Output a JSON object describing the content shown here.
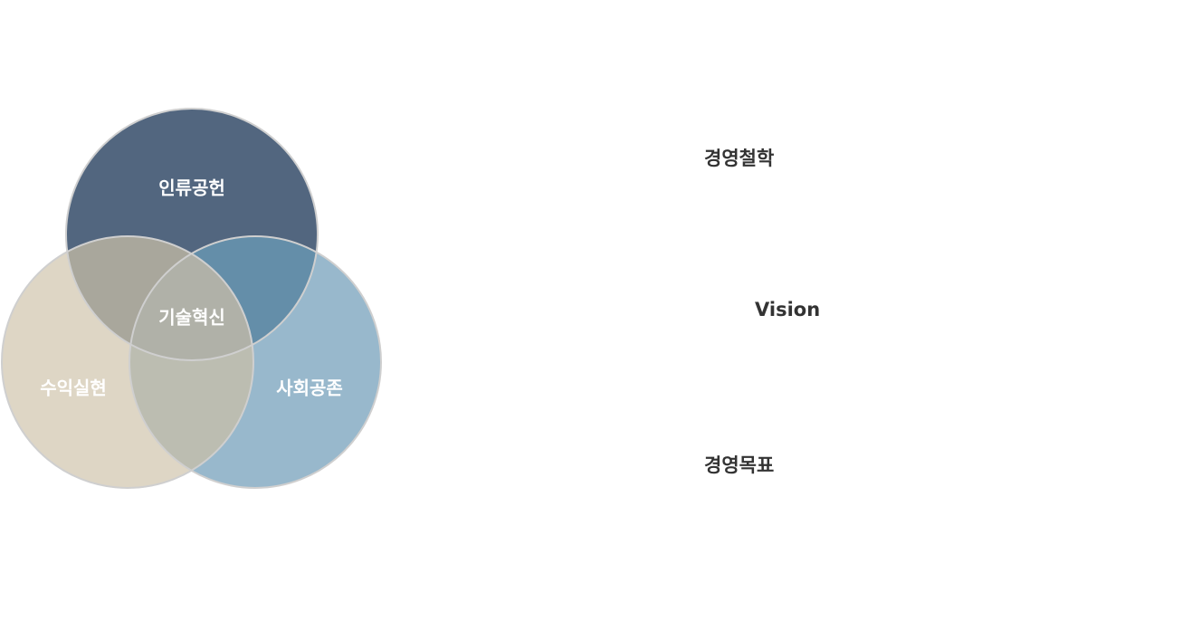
{
  "venn": {
    "circles": [
      {
        "id": "top",
        "label": "인류공헌",
        "color": "#52667f"
      },
      {
        "id": "left",
        "label": "수익실현",
        "color": "#ded6c5"
      },
      {
        "id": "right",
        "label": "사회공존",
        "color": "#98b8cc"
      }
    ],
    "overlap_colors": {
      "top_left": "#a9a79c",
      "top_right": "#648ea9",
      "left_right": "#bcbdb1",
      "center": "#b0b1a8"
    },
    "center_label": "기술혁신",
    "border_color": "#cfcfcf"
  },
  "side": {
    "philosophy": "경영철학",
    "vision": "Vision",
    "goal": "경영목표"
  }
}
